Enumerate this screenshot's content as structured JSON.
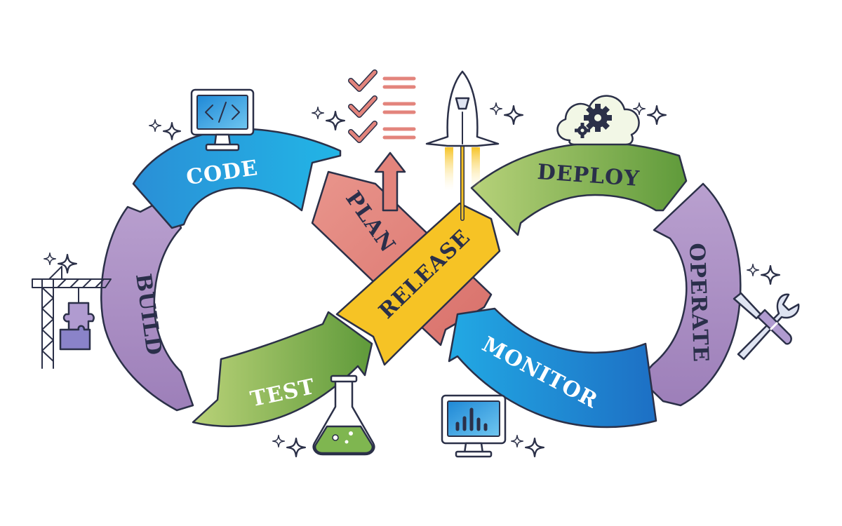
{
  "stages": {
    "code": "CODE",
    "build": "BUILD",
    "test": "TEST",
    "plan": "PLAN",
    "release": "RELEASE",
    "deploy": "DEPLOY",
    "operate": "OPERATE",
    "monitor": "MONITOR"
  },
  "icons": {
    "code": "code-monitor-icon",
    "build": "crane-puzzle-icon",
    "test": "flask-icon",
    "plan": "checklist-icon",
    "release": "rocket-icon",
    "deploy": "cloud-gears-icon",
    "operate": "wrench-screwdriver-icon",
    "monitor": "chart-monitor-icon"
  },
  "colors": {
    "code": "#1e9fd8",
    "build": "#a98bc2",
    "test": "#7fad4f",
    "plan": "#e3847c",
    "release": "#f6c325",
    "deploy": "#86b04f",
    "operate": "#a98bc2",
    "monitor": "#1e86cf",
    "outline": "#2b3048"
  }
}
